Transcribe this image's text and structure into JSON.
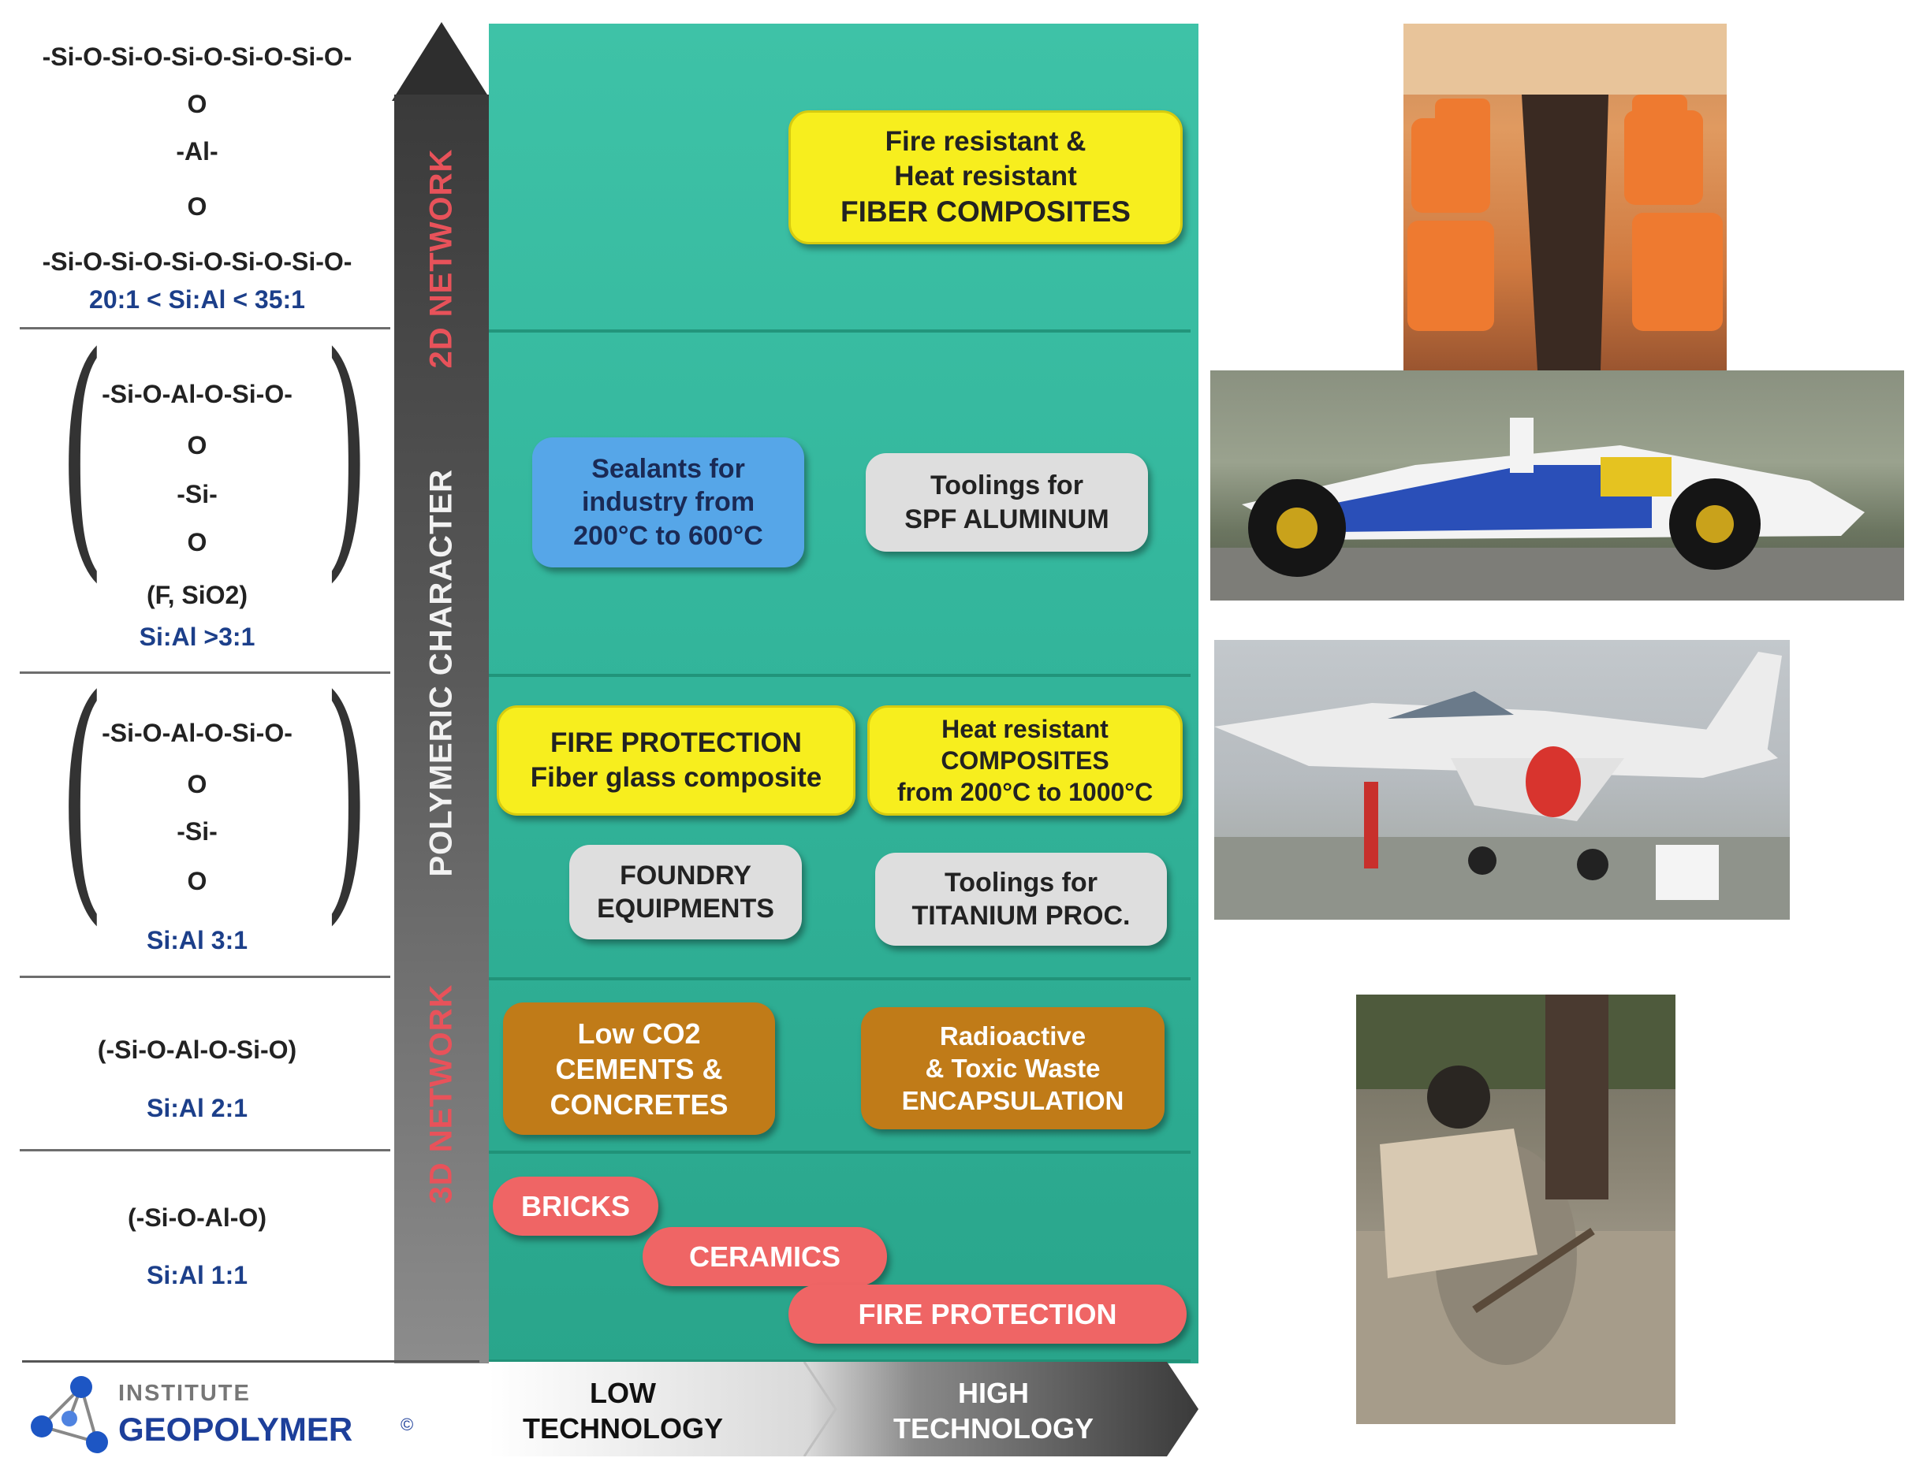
{
  "formulas": {
    "f1_top": "-Si-O-Si-O-Si-O-Si-O-Si-O-",
    "f1_mid": [
      "O",
      "-Al-",
      "O"
    ],
    "f1_bottom": "-Si-O-Si-O-Si-O-Si-O-Si-O-",
    "f1_ratio": "20:1 < Si:Al < 35:1",
    "f2_top": "-Si-O-Al-O-Si-O-",
    "f2_mid": [
      "O",
      "-Si-",
      "O",
      "(F, SiO2)"
    ],
    "f2_ratio": "Si:Al >3:1",
    "f3_top": "-Si-O-Al-O-Si-O-",
    "f3_mid": [
      "O",
      "-Si-",
      "O"
    ],
    "f3_ratio": "Si:Al 3:1",
    "f4_top": "(-Si-O-Al-O-Si-O)",
    "f4_ratio": "Si:Al 2:1",
    "f5_top": "(-Si-O-Al-O)",
    "f5_ratio": "Si:Al 1:1"
  },
  "axis": {
    "label_2d": "2D NETWORK",
    "label_poly": "POLYMERIC CHARACTER",
    "label_3d": "3D NETWORK"
  },
  "boxes": {
    "fiber_composites": [
      "Fire resistant &",
      "Heat resistant",
      "FIBER COMPOSITES"
    ],
    "sealants": [
      "Sealants for",
      "industry from",
      "200°C to 600°C"
    ],
    "toolings_spf": [
      "Toolings for",
      "SPF ALUMINUM"
    ],
    "fire_protection_glass": [
      "FIRE PROTECTION",
      "Fiber glass composite"
    ],
    "heat_composites": [
      "Heat resistant",
      "COMPOSITES",
      "from 200°C to 1000°C"
    ],
    "foundry": [
      "FOUNDRY",
      "EQUIPMENTS"
    ],
    "toolings_ti": [
      "Toolings for",
      "TITANIUM PROC."
    ],
    "cements": [
      "Low CO2",
      "CEMENTS &",
      "CONCRETES"
    ],
    "waste": [
      "Radioactive",
      "& Toxic Waste",
      "ENCAPSULATION"
    ],
    "bricks": "BRICKS",
    "ceramics": "CERAMICS",
    "fire_protection": "FIRE PROTECTION"
  },
  "bottom": {
    "logo_line1": "INSTITUTE",
    "logo_line2": "GEOPOLYMER",
    "logo_mark": "©",
    "low_tech": [
      "LOW",
      "TECHNOLOGY"
    ],
    "high_tech": [
      "HIGH",
      "TECHNOLOGY"
    ]
  },
  "colors": {
    "panel": "#34b79d",
    "yellow": "#f7ee1e",
    "blue": "#56a6e8",
    "grey": "#dedede",
    "brown": "#c07b18",
    "red": "#ef6565",
    "label_red": "#e8525a",
    "label_white": "#f2f2f2"
  },
  "photos": [
    "aircraft-cabin-interior",
    "formula-one-race-car",
    "fighter-jet",
    "workers-pouring-concrete"
  ]
}
